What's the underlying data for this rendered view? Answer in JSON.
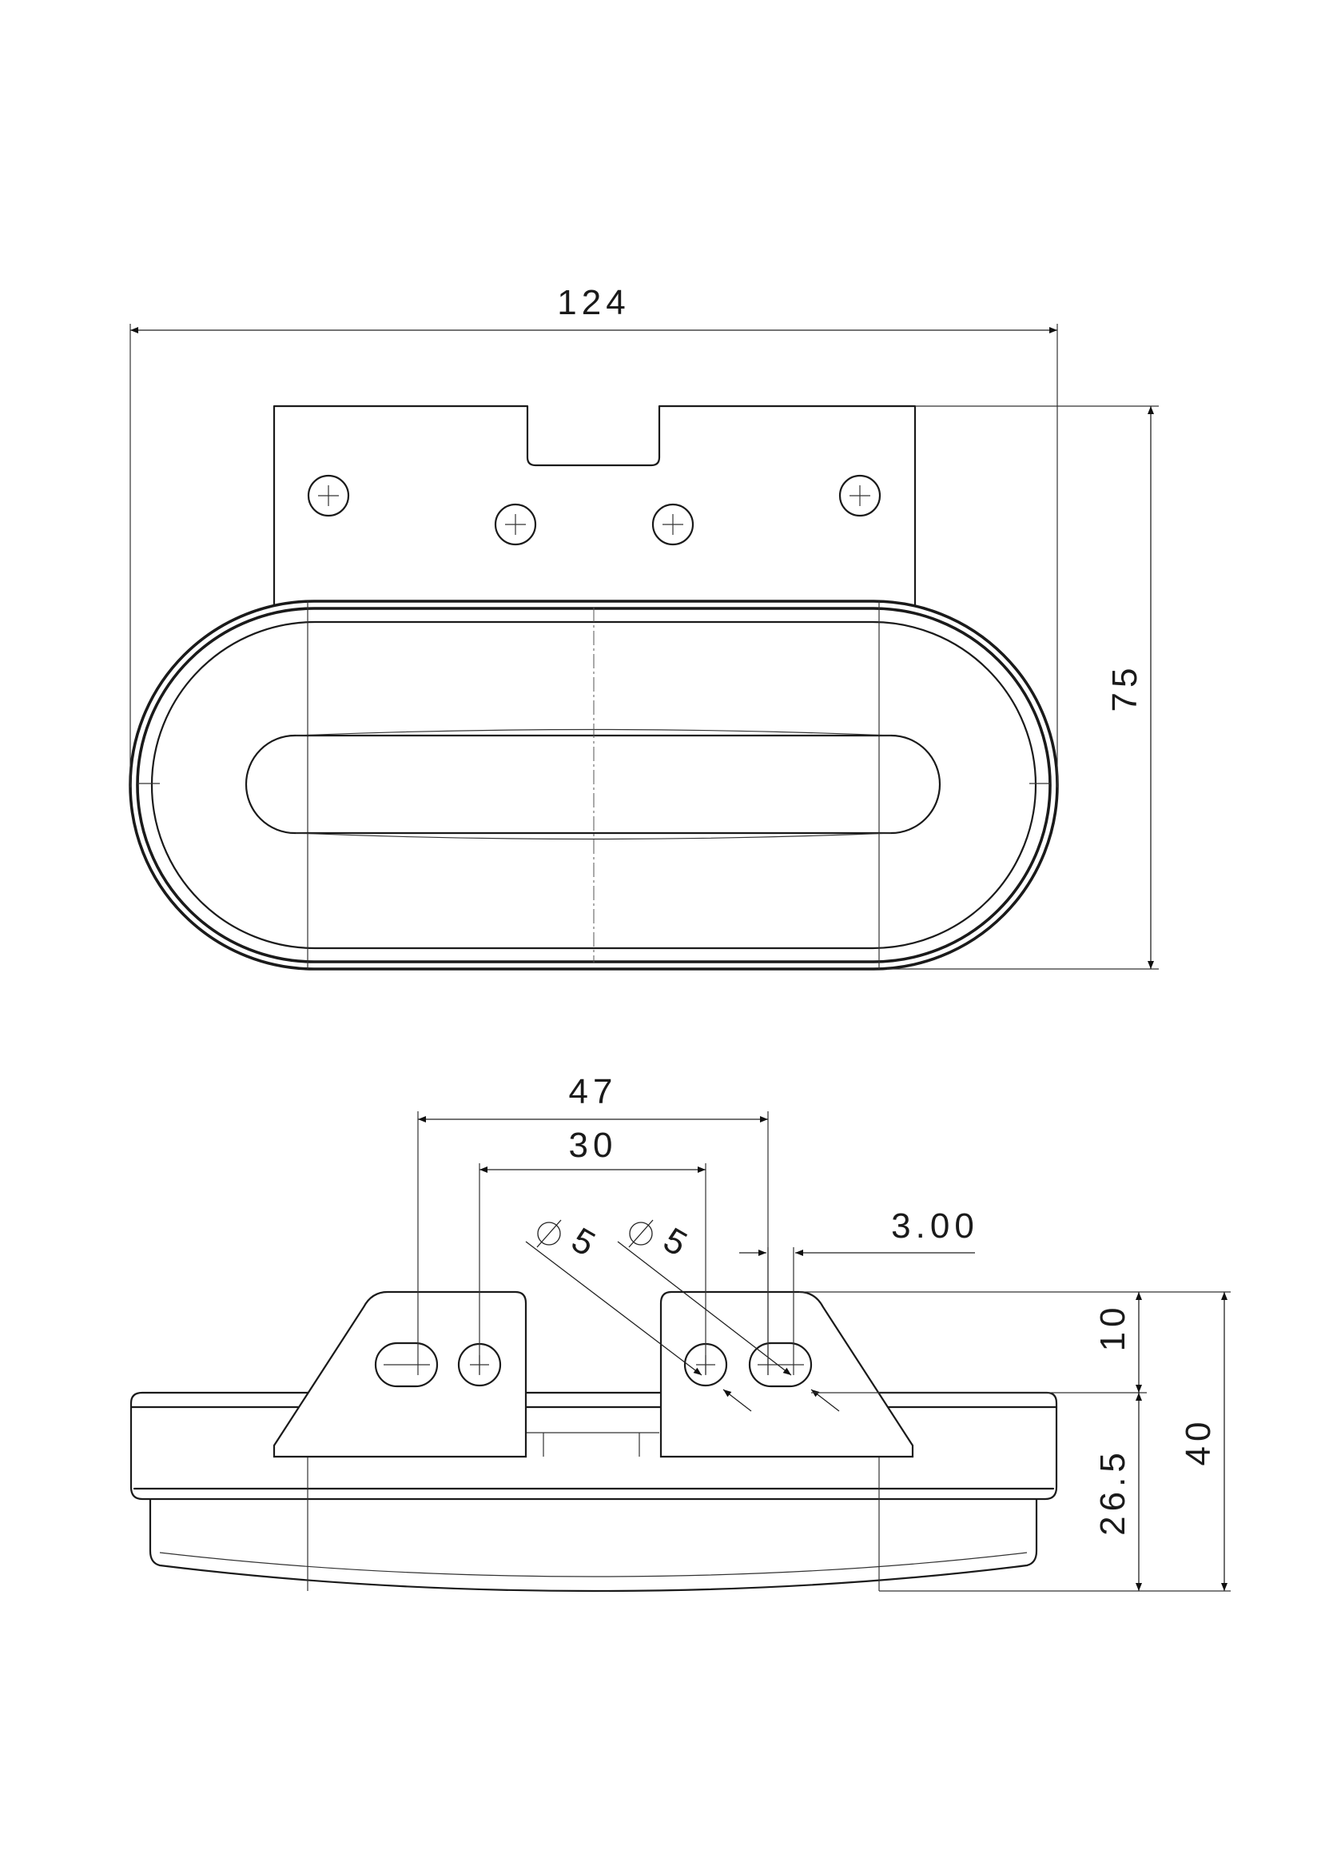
{
  "dimensions": {
    "top_width": "124",
    "top_height": "75",
    "spacing_outer": "47",
    "spacing_inner": "30",
    "hole_diameter_left": "5",
    "hole_diameter_right": "5",
    "offset": "3.00",
    "bracket_height": "10",
    "body_height": "26.5",
    "total_height": "40"
  }
}
